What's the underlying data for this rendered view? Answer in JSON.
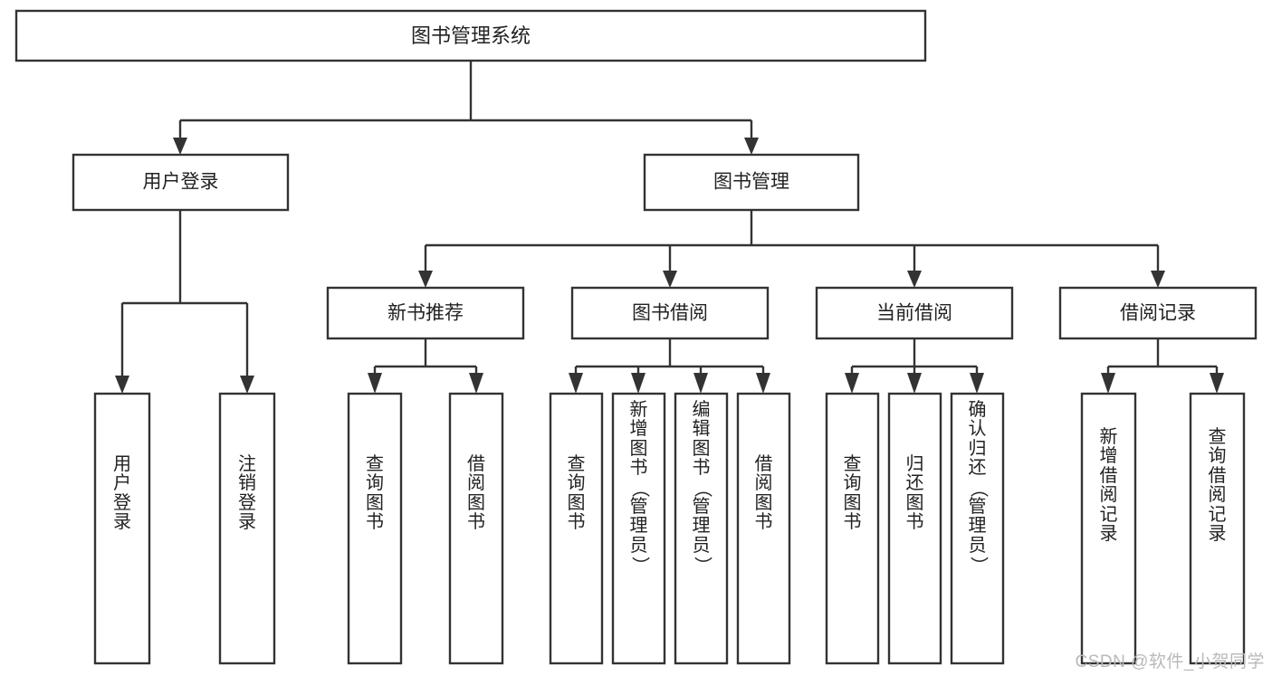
{
  "diagram": {
    "type": "tree",
    "title": "图书管理系统",
    "watermark": "CSDN @软件_小贺同学",
    "colors": {
      "stroke": "#333333",
      "fill": "#ffffff",
      "text": "#222222",
      "watermark": "#b9b9b9",
      "background": "#ffffff"
    },
    "root": {
      "id": "root",
      "label": "图书管理系统"
    },
    "level1": [
      {
        "id": "user-login",
        "label": "用户登录"
      },
      {
        "id": "book-manage",
        "label": "图书管理"
      }
    ],
    "level2": [
      {
        "id": "new-book-rec",
        "label": "新书推荐",
        "parent": "book-manage"
      },
      {
        "id": "book-borrow",
        "label": "图书借阅",
        "parent": "book-manage"
      },
      {
        "id": "current-borrow",
        "label": "当前借阅",
        "parent": "book-manage"
      },
      {
        "id": "borrow-record",
        "label": "借阅记录",
        "parent": "book-manage"
      }
    ],
    "leaves": [
      {
        "id": "leaf-user-login",
        "label": "用户登录",
        "parent": "user-login"
      },
      {
        "id": "leaf-logout",
        "label": "注销登录",
        "parent": "user-login"
      },
      {
        "id": "leaf-query-book-1",
        "label": "查询图书",
        "parent": "new-book-rec"
      },
      {
        "id": "leaf-borrow-book-1",
        "label": "借阅图书",
        "parent": "new-book-rec"
      },
      {
        "id": "leaf-query-book-2",
        "label": "查询图书",
        "parent": "book-borrow"
      },
      {
        "id": "leaf-add-book",
        "label": "新增图书（管理员）",
        "parent": "book-borrow"
      },
      {
        "id": "leaf-edit-book",
        "label": "编辑图书（管理员）",
        "parent": "book-borrow"
      },
      {
        "id": "leaf-borrow-book-2",
        "label": "借阅图书",
        "parent": "book-borrow"
      },
      {
        "id": "leaf-query-book-3",
        "label": "查询图书",
        "parent": "current-borrow"
      },
      {
        "id": "leaf-return-book",
        "label": "归还图书",
        "parent": "current-borrow"
      },
      {
        "id": "leaf-confirm-return",
        "label": "确认归还（管理员）",
        "parent": "current-borrow"
      },
      {
        "id": "leaf-add-record",
        "label": "新增借阅记录",
        "parent": "borrow-record"
      },
      {
        "id": "leaf-query-record",
        "label": "查询借阅记录",
        "parent": "borrow-record"
      }
    ]
  }
}
